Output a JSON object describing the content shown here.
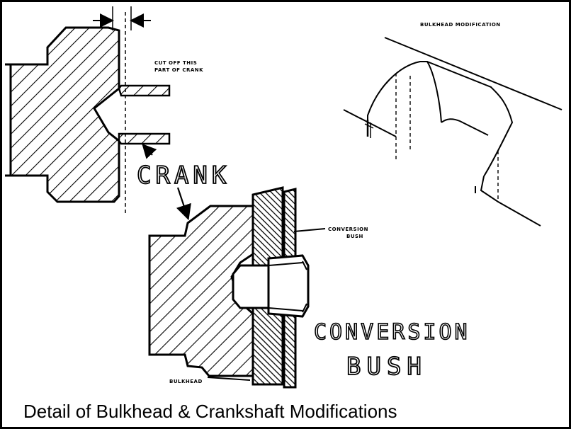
{
  "diagram": {
    "top_right_label": "BULKHEAD MODIFICATION",
    "cut_label_line1": "CUT OFF THIS",
    "cut_label_line2": "PART OF CRANK",
    "crank_label": "CRANK",
    "bush_label_line1": "CONVERSION",
    "bush_label_line2": "BUSH",
    "bulkhead_label": "BULKHEAD",
    "conversion_label": "CONVERSION",
    "bush_label": "BUSH"
  },
  "caption": "Detail of Bulkhead & Crankshaft Modifications",
  "colors": {
    "ink": "#000000",
    "paper": "#ffffff"
  }
}
